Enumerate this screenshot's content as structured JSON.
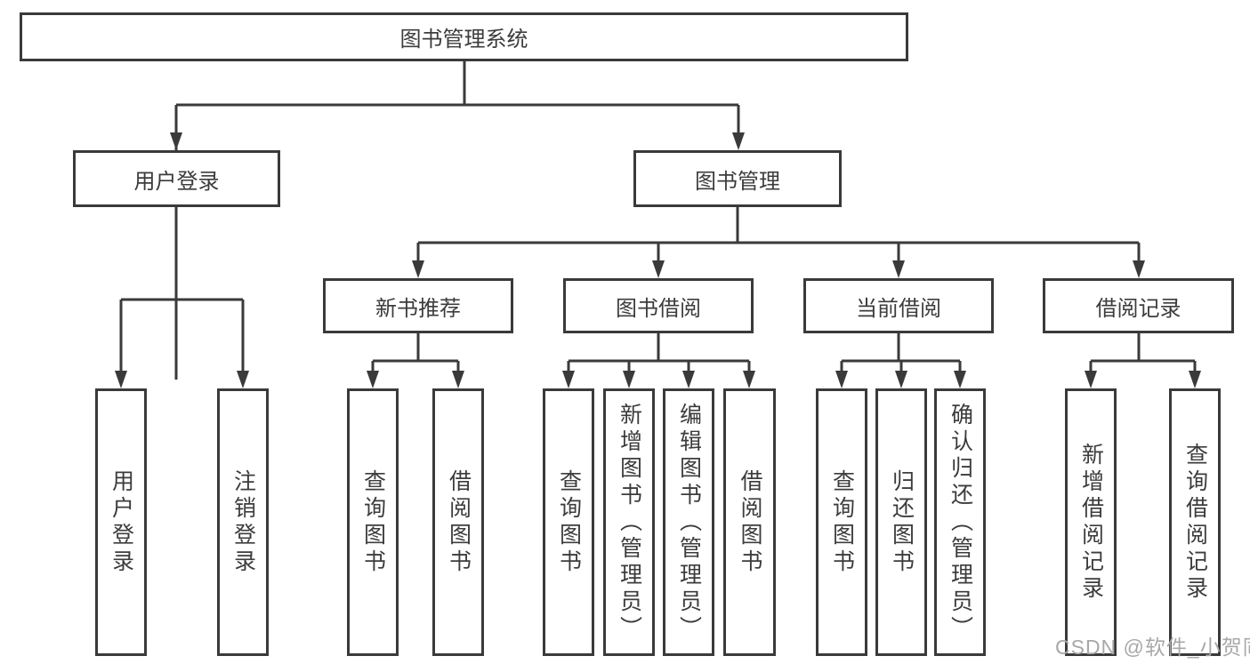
{
  "colors": {
    "line": "#3a3a3a",
    "text": "#3c3c3c",
    "background": "#ffffff",
    "watermark": "#a8a8a8"
  },
  "watermark": {
    "text": "CSDN @软件_小贺同学"
  },
  "tree": {
    "label": "图书管理系统",
    "children": [
      {
        "label": "用户登录",
        "children": [
          {
            "label": "用户登录"
          },
          {
            "label": "注销登录"
          }
        ]
      },
      {
        "label": "图书管理",
        "children": [
          {
            "label": "新书推荐",
            "children": [
              {
                "label": "查询图书"
              },
              {
                "label": "借阅图书"
              }
            ]
          },
          {
            "label": "图书借阅",
            "children": [
              {
                "label": "查询图书"
              },
              {
                "label": "新增图书（管理员）"
              },
              {
                "label": "编辑图书（管理员）"
              },
              {
                "label": "借阅图书"
              }
            ]
          },
          {
            "label": "当前借阅",
            "children": [
              {
                "label": "查询图书"
              },
              {
                "label": "归还图书"
              },
              {
                "label": "确认归还（管理员）"
              }
            ]
          },
          {
            "label": "借阅记录",
            "children": [
              {
                "label": "新增借阅记录"
              },
              {
                "label": "查询借阅记录"
              }
            ]
          }
        ]
      }
    ]
  }
}
